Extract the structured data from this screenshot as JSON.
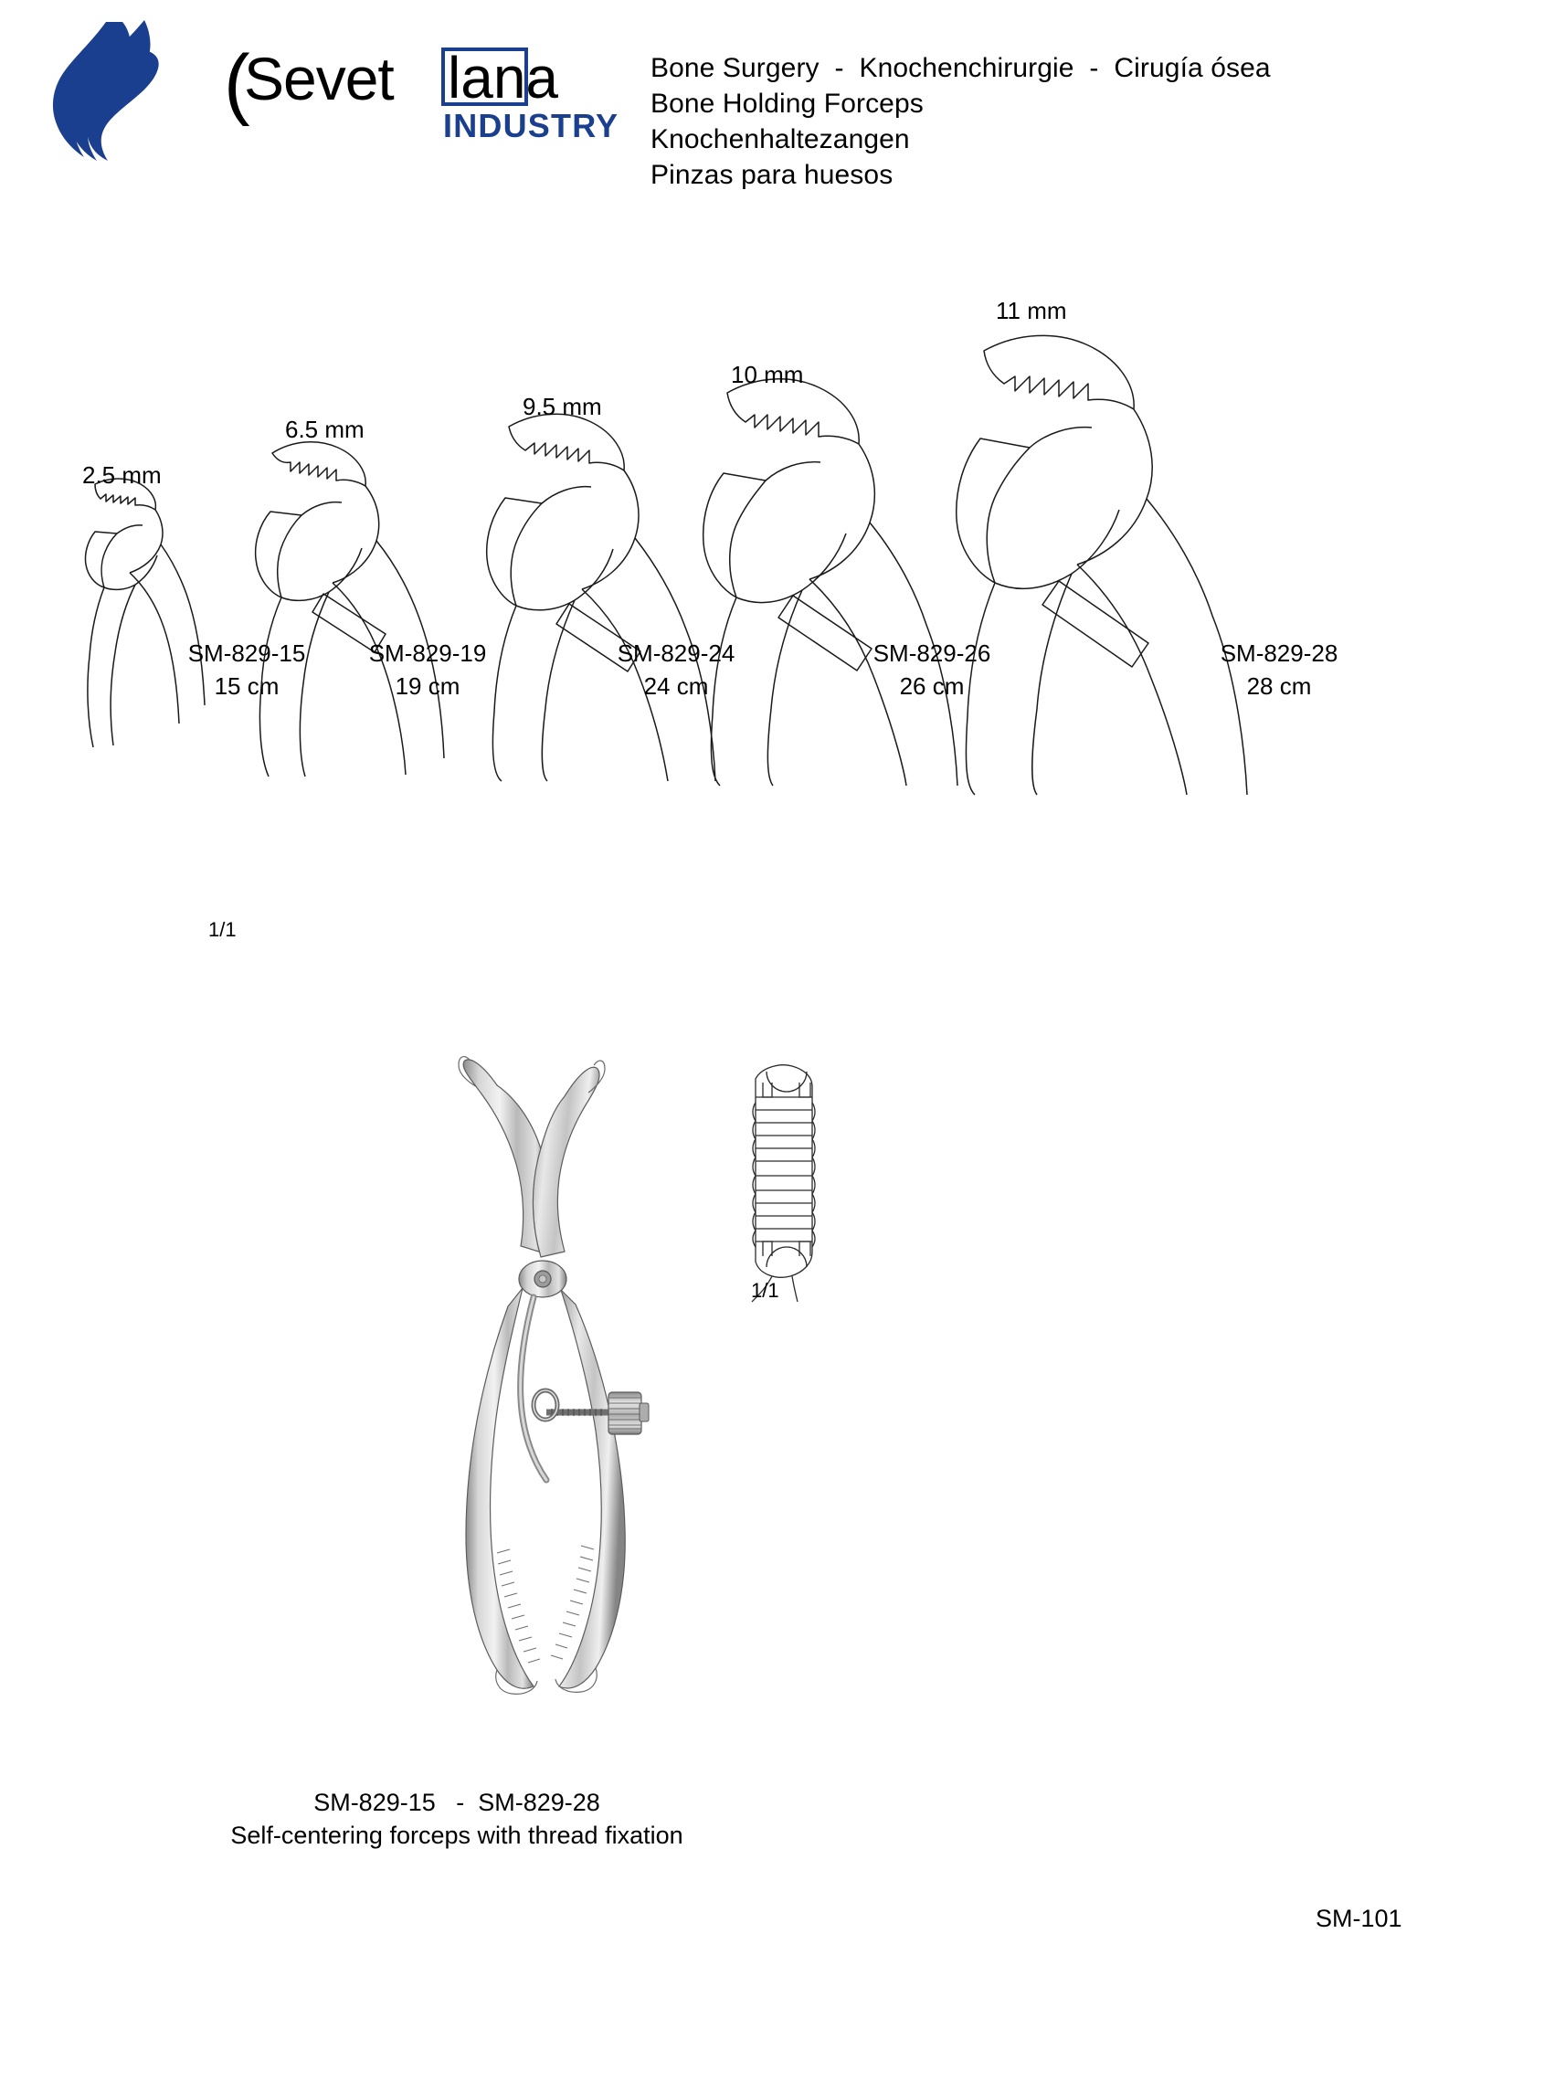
{
  "brand": {
    "name_part1": "Sevet",
    "name_part2": "lana",
    "paren": "(",
    "sub_label": "INDUSTRY",
    "logo_icon": "swirl-flame-logo-icon",
    "brand_color": "#1b3f8f"
  },
  "header": {
    "line1": "Bone Surgery  -  Knochenchirurgie  -  Cirugía ósea",
    "line2": "Bone Holding Forceps",
    "line3": "Knochenhaltezangen",
    "line4": "Pinzas para huesos"
  },
  "scale_markers": {
    "chart_scale": "1/1",
    "detail_scale": "1/1"
  },
  "jaw_chart": {
    "items": [
      {
        "jaw_size": "2.5 mm",
        "code": "SM-829-15",
        "length": "15 cm"
      },
      {
        "jaw_size": "6.5 mm",
        "code": "SM-829-19",
        "length": "19 cm"
      },
      {
        "jaw_size": "9.5 mm",
        "code": "SM-829-24",
        "length": "24 cm"
      },
      {
        "jaw_size": "10 mm",
        "code": "SM-829-26",
        "length": "26 cm"
      },
      {
        "jaw_size": "11 mm",
        "code": "SM-829-28",
        "length": "28 cm"
      }
    ]
  },
  "main_figure": {
    "photo_icon": "bone-holding-forceps-photo",
    "detail_icon": "knurled-thumb-screw-detail"
  },
  "caption": {
    "codes": "SM-829-15   -  SM-829-28",
    "description": "Self-centering forceps with thread fixation"
  },
  "footer": {
    "page_code": "SM-101"
  }
}
